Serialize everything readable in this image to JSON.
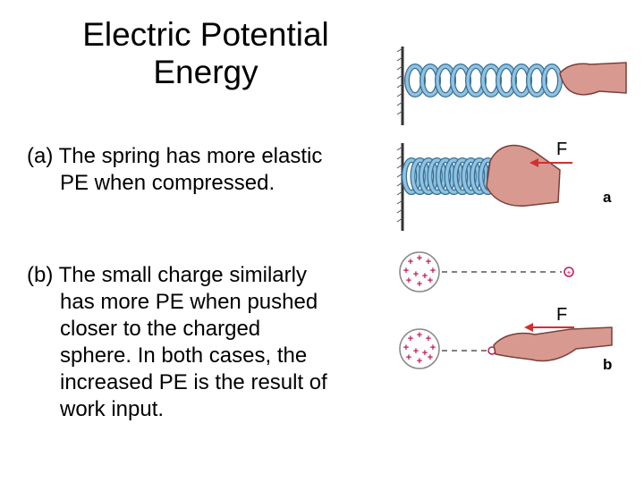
{
  "slide": {
    "title_lines": [
      "Electric Potential",
      "Energy"
    ],
    "paragraph_a": {
      "lines": [
        "(a) The spring has more elastic",
        "PE when compressed."
      ]
    },
    "paragraph_b": {
      "lines": [
        "(b)  The small charge similarly",
        "has more PE when pushed",
        "closer to the charged",
        "sphere. In both cases, the",
        "increased PE is the result of",
        "work input."
      ]
    }
  },
  "figure": {
    "force_label_top": "F",
    "force_label_bottom": "F",
    "panel_label_a": "a",
    "panel_label_b": "b",
    "plus_sign": "+",
    "colors": {
      "spring": "#8fc3e4",
      "spring_outline": "#3a6f91",
      "hand": "#d89a90",
      "hand_outline": "#7a3f38",
      "charge": "#c2185b",
      "arrow": "#d32f2f",
      "wall": "#333333"
    }
  }
}
